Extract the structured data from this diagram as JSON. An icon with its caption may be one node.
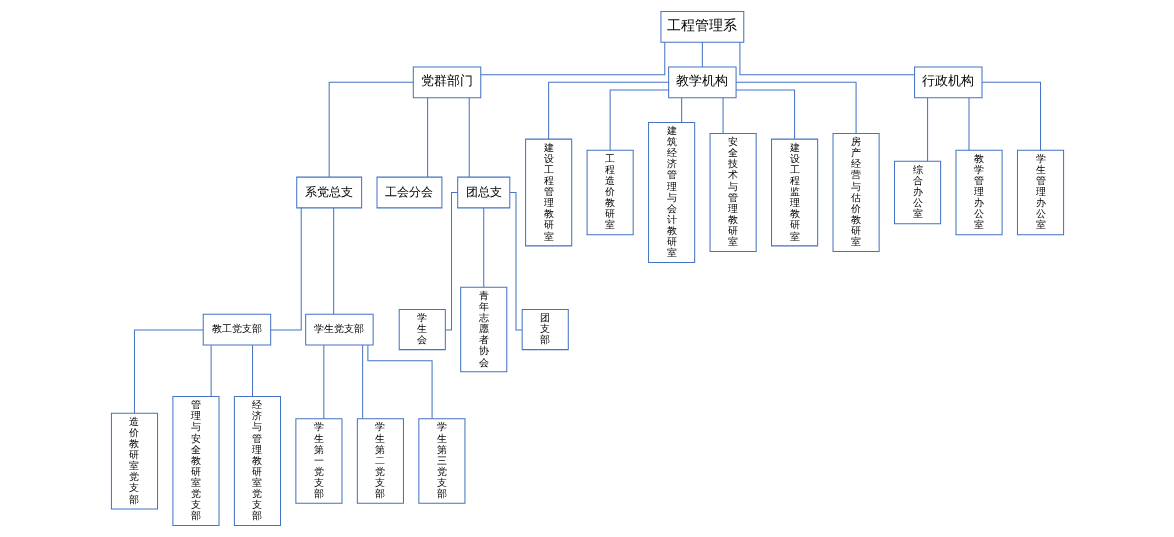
{
  "diagram": {
    "nodes": [
      {
        "text": [
          "工程管理系"
        ]
      },
      {
        "text": [
          "党群部门"
        ]
      },
      {
        "text": [
          "教学机构"
        ]
      },
      {
        "text": [
          "行政机构"
        ]
      },
      {
        "text": [
          "系党总支"
        ]
      },
      {
        "text": [
          "工会分会"
        ]
      },
      {
        "text": [
          "团总支"
        ]
      },
      {
        "text": [
          "建设工程管理教研室"
        ]
      },
      {
        "text": [
          "工程造价教研室"
        ]
      },
      {
        "text": [
          "建筑经济管理与会计教研室"
        ]
      },
      {
        "text": [
          "安全技术与管理教研室"
        ]
      },
      {
        "text": [
          "建设工程监理教研室"
        ]
      },
      {
        "text": [
          "房产经营与估价教研室"
        ]
      },
      {
        "text": [
          "综合办公室"
        ]
      },
      {
        "text": [
          "教学管理办公室"
        ]
      },
      {
        "text": [
          "学生管理办公室"
        ]
      },
      {
        "text": [
          "教工党支部"
        ]
      },
      {
        "text": [
          "学生党支部"
        ]
      },
      {
        "text": [
          "学生会"
        ]
      },
      {
        "text": [
          "青年志愿者协会"
        ]
      },
      {
        "text": [
          "团支部"
        ]
      },
      {
        "text": [
          "造价教研室党支部"
        ]
      },
      {
        "text": [
          "管理与安全教研室党支部"
        ]
      },
      {
        "text": [
          "经济与管理教研室党支部"
        ]
      },
      {
        "text": [
          "学生第一党支部"
        ]
      },
      {
        "text": [
          "学生第二党支部"
        ]
      },
      {
        "text": [
          "学生第三党支部"
        ]
      }
    ],
    "edges": [
      {
        "from": 0,
        "to": 1,
        "arrow": "none"
      },
      {
        "from": 0,
        "to": 2,
        "arrow": "none"
      },
      {
        "from": 0,
        "to": 3,
        "arrow": "none"
      },
      {
        "from": 1,
        "to": 4,
        "arrow": "none"
      },
      {
        "from": 1,
        "to": 5,
        "arrow": "none"
      },
      {
        "from": 1,
        "to": 6,
        "arrow": "none"
      },
      {
        "from": 2,
        "to": 7,
        "arrow": "none"
      },
      {
        "from": 2,
        "to": 8,
        "arrow": "none"
      },
      {
        "from": 2,
        "to": 9,
        "arrow": "none"
      },
      {
        "from": 2,
        "to": 10,
        "arrow": "none"
      },
      {
        "from": 2,
        "to": 11,
        "arrow": "none"
      },
      {
        "from": 2,
        "to": 12,
        "arrow": "none"
      },
      {
        "from": 3,
        "to": 13,
        "arrow": "none"
      },
      {
        "from": 3,
        "to": 14,
        "arrow": "none"
      },
      {
        "from": 3,
        "to": 15,
        "arrow": "none"
      },
      {
        "from": 4,
        "to": 16,
        "arrow": "none"
      },
      {
        "from": 4,
        "to": 17,
        "arrow": "none"
      },
      {
        "from": 6,
        "to": 18,
        "arrow": "none"
      },
      {
        "from": 6,
        "to": 19,
        "arrow": "none"
      },
      {
        "from": 6,
        "to": 20,
        "arrow": "none"
      },
      {
        "from": 16,
        "to": 21,
        "arrow": "none"
      },
      {
        "from": 16,
        "to": 22,
        "arrow": "none"
      },
      {
        "from": 16,
        "to": 23,
        "arrow": "none"
      },
      {
        "from": 17,
        "to": 24,
        "arrow": "none"
      },
      {
        "from": 17,
        "to": 25,
        "arrow": "none"
      },
      {
        "from": 17,
        "to": 26,
        "arrow": "none"
      }
    ]
  }
}
